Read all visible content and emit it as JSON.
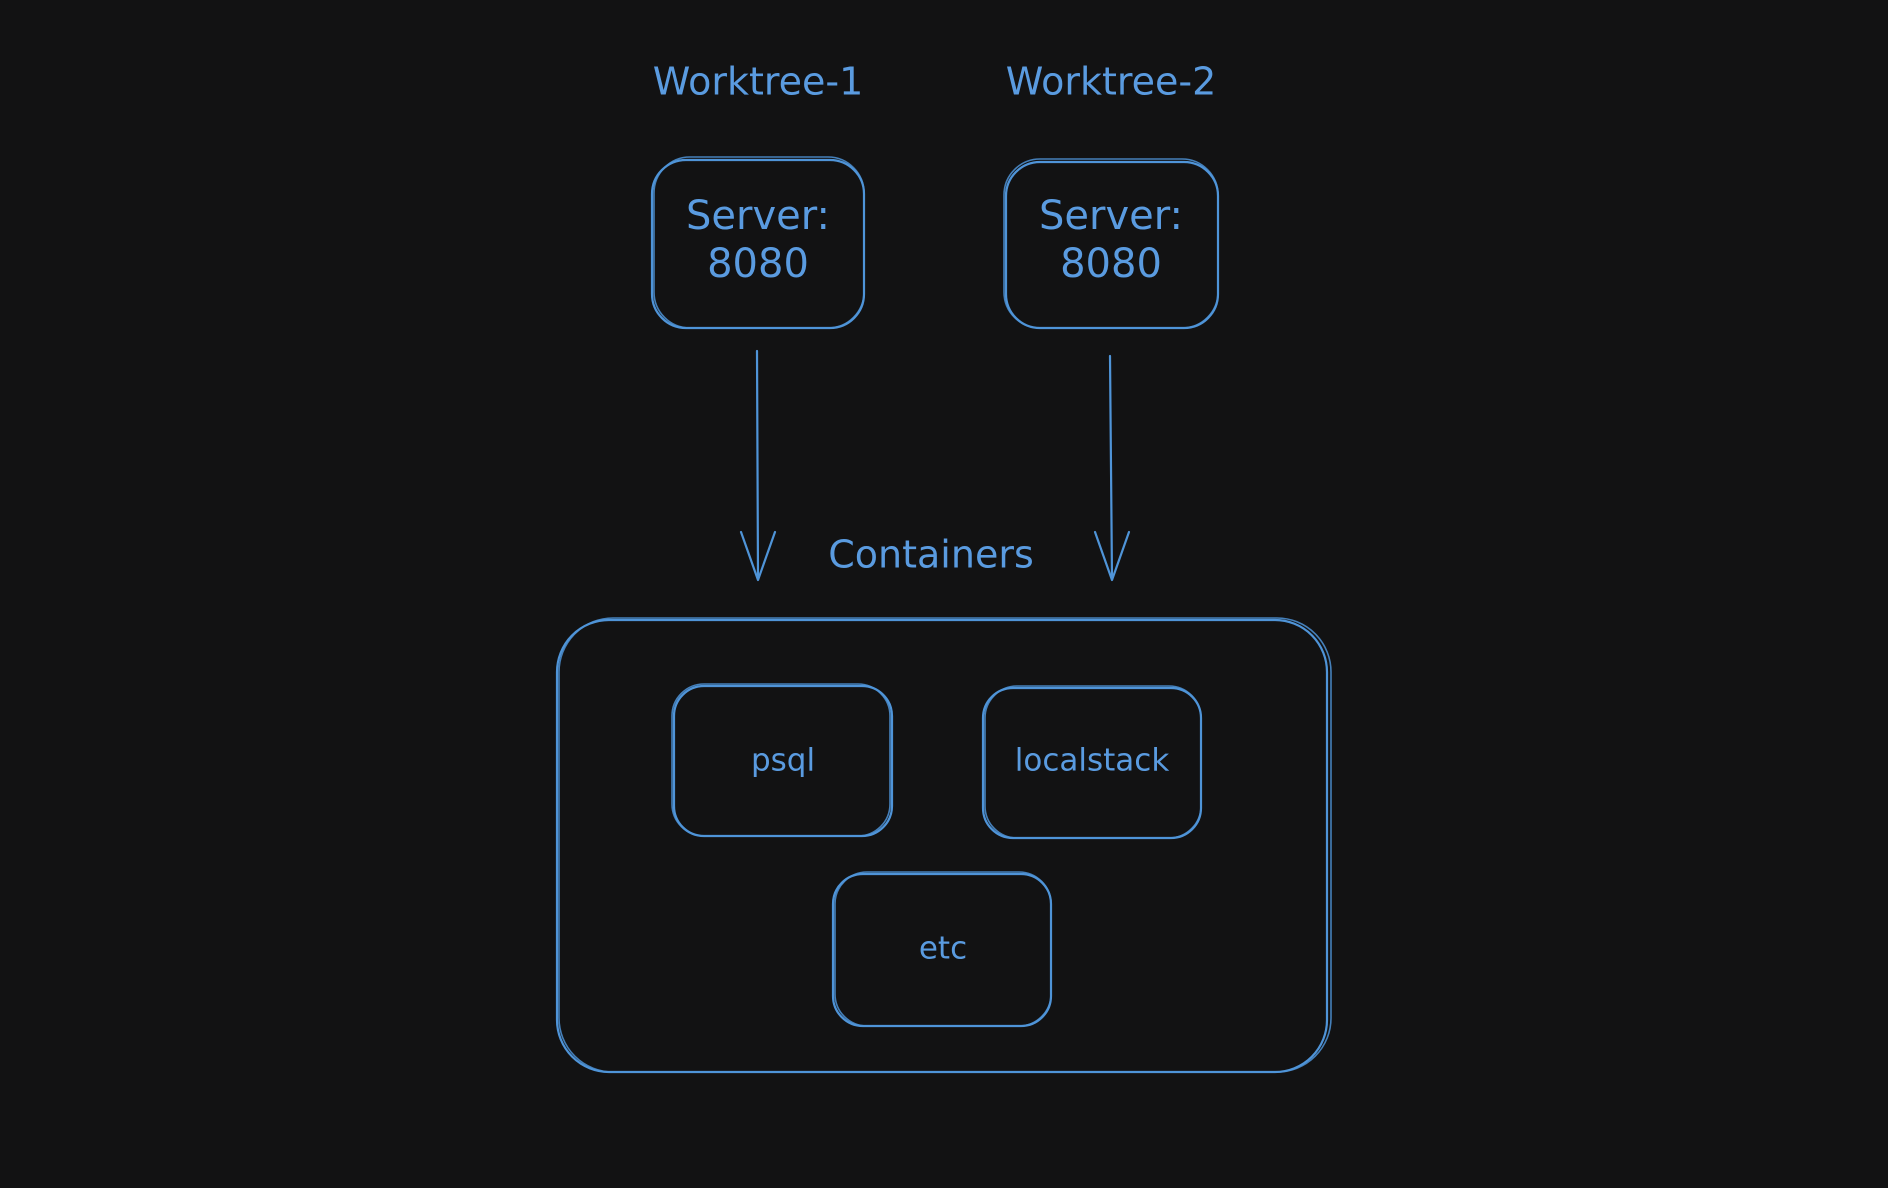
{
  "worktrees": [
    {
      "label": "Worktree-1",
      "server_line1": "Server:",
      "server_line2": "8080"
    },
    {
      "label": "Worktree-2",
      "server_line1": "Server:",
      "server_line2": "8080"
    }
  ],
  "containers": {
    "label": "Containers",
    "items": [
      {
        "label": "psql"
      },
      {
        "label": "localstack"
      },
      {
        "label": "etc"
      }
    ]
  },
  "colors": {
    "background": "#121213",
    "stroke": "#4f94d8",
    "text": "#5a9be0"
  }
}
